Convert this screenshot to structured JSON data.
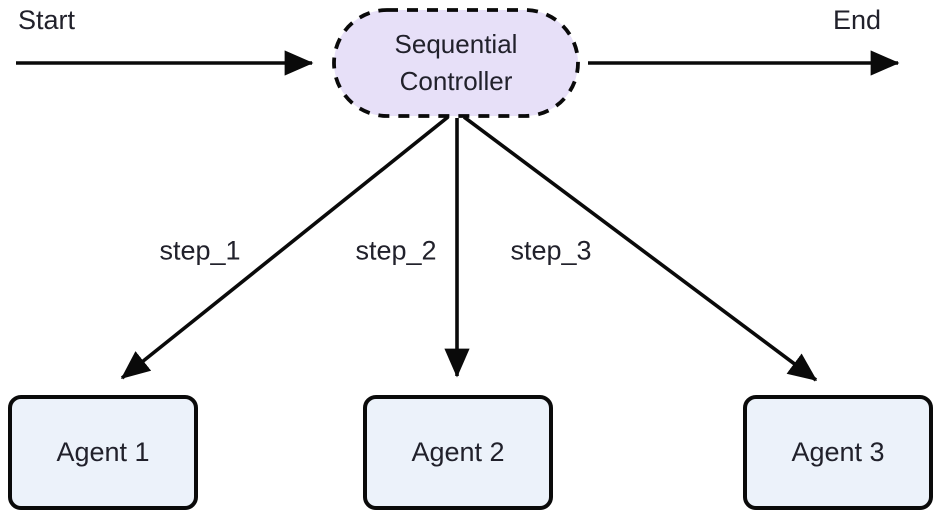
{
  "diagram": {
    "type": "flowchart",
    "start_label": "Start",
    "end_label": "End",
    "controller": {
      "name": "Sequential Controller",
      "line1": "Sequential",
      "line2": "Controller"
    },
    "edges": [
      {
        "label": "step_1",
        "from": "Sequential Controller",
        "to": "Agent 1"
      },
      {
        "label": "step_2",
        "from": "Sequential Controller",
        "to": "Agent 2"
      },
      {
        "label": "step_3",
        "from": "Sequential Controller",
        "to": "Agent 3"
      }
    ],
    "agents": [
      {
        "label": "Agent 1"
      },
      {
        "label": "Agent 2"
      },
      {
        "label": "Agent 3"
      }
    ],
    "colors": {
      "controller_fill": "#e7e0f8",
      "agent_fill": "#ecf2fa",
      "line": "#0a0a0a",
      "text": "#21212b"
    }
  }
}
